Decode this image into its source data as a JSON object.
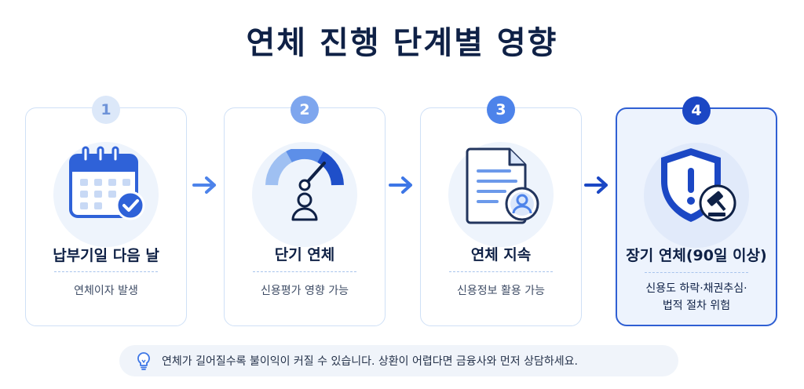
{
  "title": "연체 진행 단계별 영향",
  "steps": [
    {
      "number": "1",
      "label": "납부기일 다음 날",
      "description": "연체이자 발생",
      "icon": "calendar-check-icon"
    },
    {
      "number": "2",
      "label": "단기 연체",
      "description": "신용평가 영향 가능",
      "icon": "credit-gauge-icon"
    },
    {
      "number": "3",
      "label": "연체 지속",
      "description": "신용정보 활용 가능",
      "icon": "document-profile-icon"
    },
    {
      "number": "4",
      "label": "장기 연체(90일 이상)",
      "description_lines": [
        "신용도 하락·채권추심·",
        "법적 절차 위험"
      ],
      "icon": "shield-warning-gavel-icon"
    }
  ],
  "tip": {
    "icon": "lightbulb-icon",
    "text": "연체가 길어질수록 불이익이 커질 수 있습니다. 상환이 어렵다면 금융사와 먼저 상담하세요."
  },
  "colors": {
    "title": "#0f2146",
    "accent": "#1b47c4",
    "arrow": "#4d83ea",
    "card_border": "#cfe0f6"
  }
}
